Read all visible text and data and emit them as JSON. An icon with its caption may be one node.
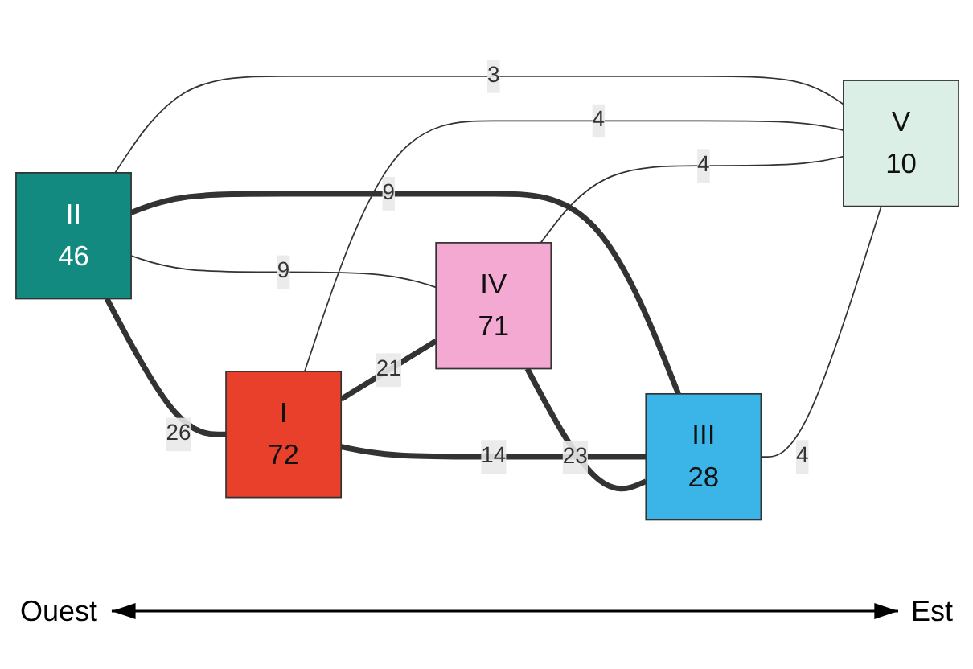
{
  "diagram": {
    "nodes": [
      {
        "text": [
          "II",
          "46"
        ]
      },
      {
        "text": [
          "I",
          "72"
        ]
      },
      {
        "text": [
          "IV",
          "71"
        ]
      },
      {
        "text": [
          "III",
          "28"
        ]
      },
      {
        "text": [
          "V",
          "10"
        ]
      }
    ],
    "edges": [
      {
        "from": 0,
        "to": 4,
        "arrow": "none",
        "label": "3"
      },
      {
        "from": 0,
        "to": 3,
        "arrow": "none",
        "label": "9",
        "style": "thick"
      },
      {
        "from": 1,
        "to": 4,
        "arrow": "none",
        "label": "4"
      },
      {
        "from": 0,
        "to": 2,
        "arrow": "none",
        "label": "9"
      },
      {
        "from": 1,
        "to": 3,
        "arrow": "none",
        "label": "14",
        "style": "thick"
      },
      {
        "from": 2,
        "to": 4,
        "arrow": "none",
        "label": "4"
      },
      {
        "from": 0,
        "to": 1,
        "arrow": "none",
        "label": "26",
        "style": "thick"
      },
      {
        "from": 1,
        "to": 2,
        "arrow": "none",
        "label": "21",
        "style": "thick"
      },
      {
        "from": 2,
        "to": 3,
        "arrow": "none",
        "label": "23",
        "style": "thick"
      },
      {
        "from": 3,
        "to": 4,
        "arrow": "none",
        "label": "4"
      }
    ],
    "labels": [
      "Ouest",
      "Est"
    ]
  }
}
